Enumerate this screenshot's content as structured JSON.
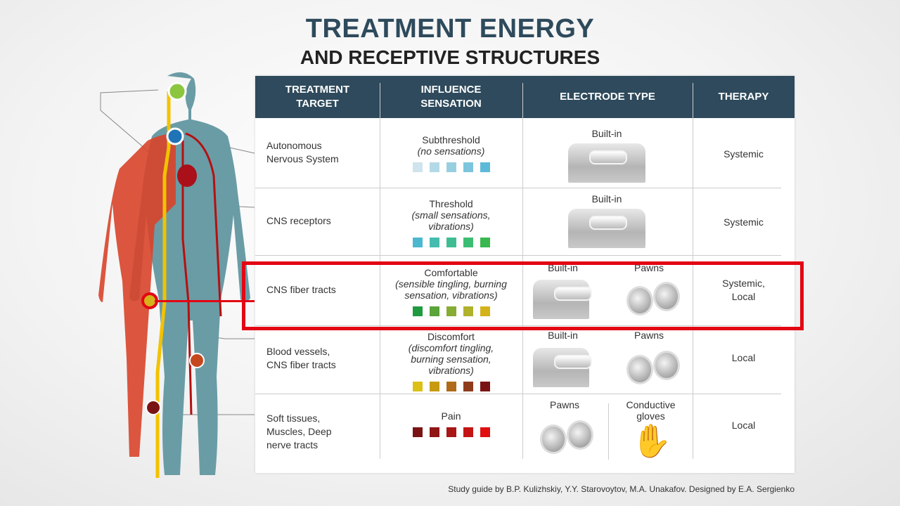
{
  "title": "TREATMENT ENERGY",
  "subtitle": "AND RECEPTIVE STRUCTURES",
  "headers": [
    "TREATMENT TARGET",
    "INFLUENCE SENSATION",
    "ELECTRODE TYPE",
    "THERAPY"
  ],
  "rows": [
    {
      "target": "Autonomous Nervous System",
      "sensation": "Subthreshold",
      "detail": "(no sensations)",
      "colors": [
        "#cfe4ec",
        "#b3d9e6",
        "#98cfe0",
        "#7cc5dc",
        "#5cbad8"
      ],
      "electrodes": [
        "Built-in"
      ],
      "therapy": "Systemic"
    },
    {
      "target": "CNS receptors",
      "sensation": "Threshold",
      "detail": "(small sensations, vibrations)",
      "colors": [
        "#4bb8d0",
        "#46bcb0",
        "#3fbd92",
        "#3cbd74",
        "#38b84e"
      ],
      "electrodes": [
        "Built-in"
      ],
      "therapy": "Systemic"
    },
    {
      "target": "CNS fiber tracts",
      "sensation": "Comfortable",
      "detail": "(sensible tingling, burning sensation, vibrations)",
      "colors": [
        "#1f9a3f",
        "#5aa43a",
        "#86ac34",
        "#b0b22c",
        "#d4b21a"
      ],
      "electrodes": [
        "Built-in",
        "Pawns"
      ],
      "therapy": "Systemic, Local"
    },
    {
      "target": "Blood vessels, CNS fiber tracts",
      "sensation": "Discomfort",
      "detail": "(discomfort tingling, burning sensation, vibrations)",
      "colors": [
        "#dcc015",
        "#c79a10",
        "#b06a18",
        "#8e3c1c",
        "#7a1414"
      ],
      "electrodes": [
        "Built-in",
        "Pawns"
      ],
      "therapy": "Local"
    },
    {
      "target": "Soft tissues, Muscles, Deep nerve tracts",
      "sensation": "Pain",
      "detail": "",
      "colors": [
        "#7a1414",
        "#901616",
        "#a81616",
        "#c41414",
        "#e01010"
      ],
      "electrodes": [
        "Pawns",
        "Conductive gloves"
      ],
      "therapy": "Local"
    }
  ],
  "footer": "Study guide by B.P. Kulizhskiy,  Y.Y. Starovoytov, M.A. Unakafov. Designed by E.A. Sergienko"
}
